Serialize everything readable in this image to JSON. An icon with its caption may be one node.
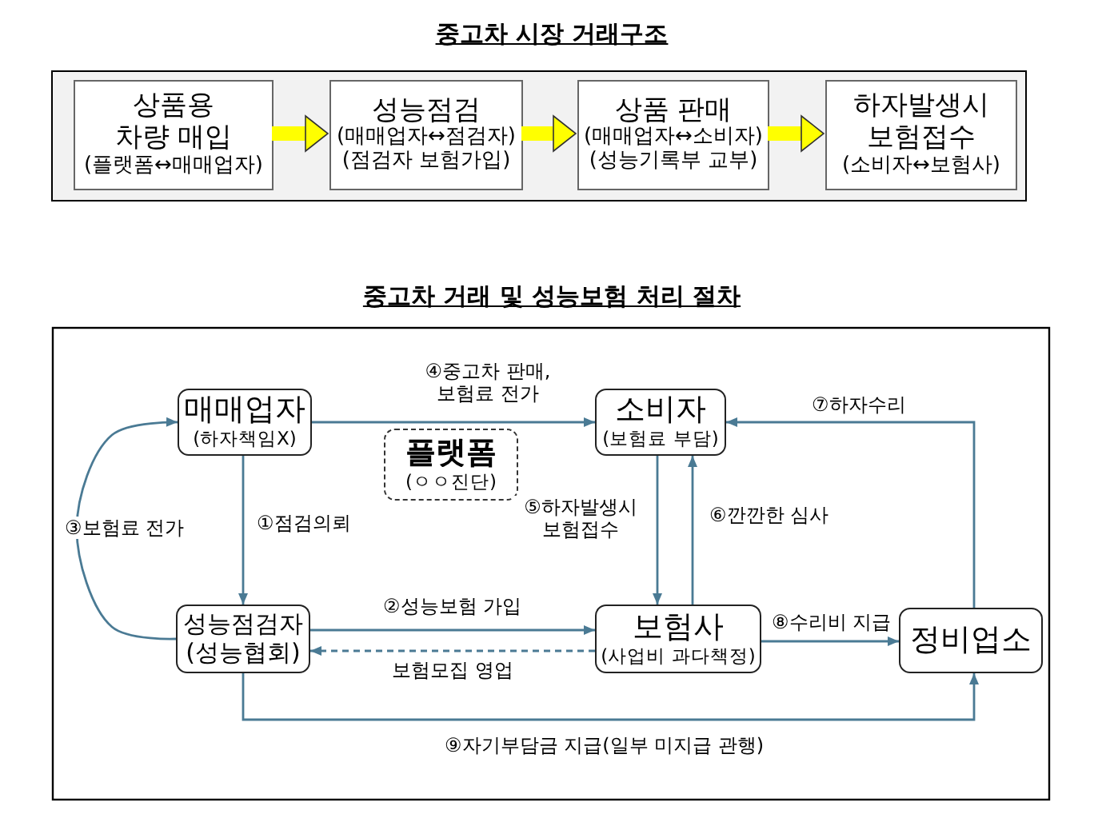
{
  "diagram": {
    "title": "중고차 시장 거래구조",
    "nodes": [
      {
        "text": [],
        "shape": "box"
      },
      {
        "text": [
          "상품용 차량 매입",
          "(플랫폼↔매매업자)"
        ],
        "in": 0
      },
      {
        "text": [
          "성능점검",
          "(매매업자↔점검자)",
          "(점검자 보험가입)"
        ],
        "in": 0
      },
      {
        "text": [
          "상품 판매",
          "(매매업자↔소비자)",
          "(성능기록부 교부)"
        ],
        "in": 0
      },
      {
        "text": [
          "하자발생시 보험접수",
          "(소비자↔보험사)"
        ],
        "in": 0
      },
      {
        "text": [
          "매매업자",
          "(하자책임X)"
        ]
      },
      {
        "text": [
          "소비자",
          "(보험료 부담)"
        ]
      },
      {
        "text": [
          "플랫폼",
          "(ㅇㅇ진단)"
        ]
      },
      {
        "text": [
          "성능점검자 (성능협회)"
        ]
      },
      {
        "text": [
          "보험사",
          "(사업비 과다책정)"
        ]
      },
      {
        "text": [
          "정비업소"
        ]
      }
    ],
    "edges": [
      {
        "from": 1,
        "to": 2,
        "arrow": "to",
        "style": "thick",
        "color": "#ffff00"
      },
      {
        "from": 2,
        "to": 3,
        "arrow": "to",
        "style": "thick",
        "color": "#ffff00"
      },
      {
        "from": 3,
        "to": 4,
        "arrow": "to",
        "style": "thick",
        "color": "#ffff00"
      },
      {
        "from": 5,
        "to": 8,
        "arrow": "to",
        "label": "①점검의뢰"
      },
      {
        "from": 8,
        "to": 9,
        "arrow": "to",
        "label": "②성능보험 가입"
      },
      {
        "from": 8,
        "to": 5,
        "arrow": "to",
        "label": "③보험료 전가"
      },
      {
        "from": 5,
        "to": 6,
        "arrow": "to",
        "label": "④중고차 판매, 보험료 전가"
      },
      {
        "from": 6,
        "to": 9,
        "arrow": "to",
        "label": "⑤하자발생시 보험접수"
      },
      {
        "from": 9,
        "to": 6,
        "arrow": "to",
        "label": "⑥깐깐한 심사"
      },
      {
        "from": 10,
        "to": 6,
        "arrow": "to",
        "label": "⑦하자수리"
      },
      {
        "from": 9,
        "to": 10,
        "arrow": "to",
        "label": "⑧수리비 지급"
      },
      {
        "from": 8,
        "to": 10,
        "arrow": "to",
        "label": "⑨자기부담금 지급(일부 미지급 관행)"
      },
      {
        "from": 9,
        "to": 8,
        "arrow": "to",
        "style": "dashed",
        "label": "보험모집 영업"
      }
    ],
    "labels": [
      "중고차 거래 및 성능보험 처리 절차"
    ]
  }
}
